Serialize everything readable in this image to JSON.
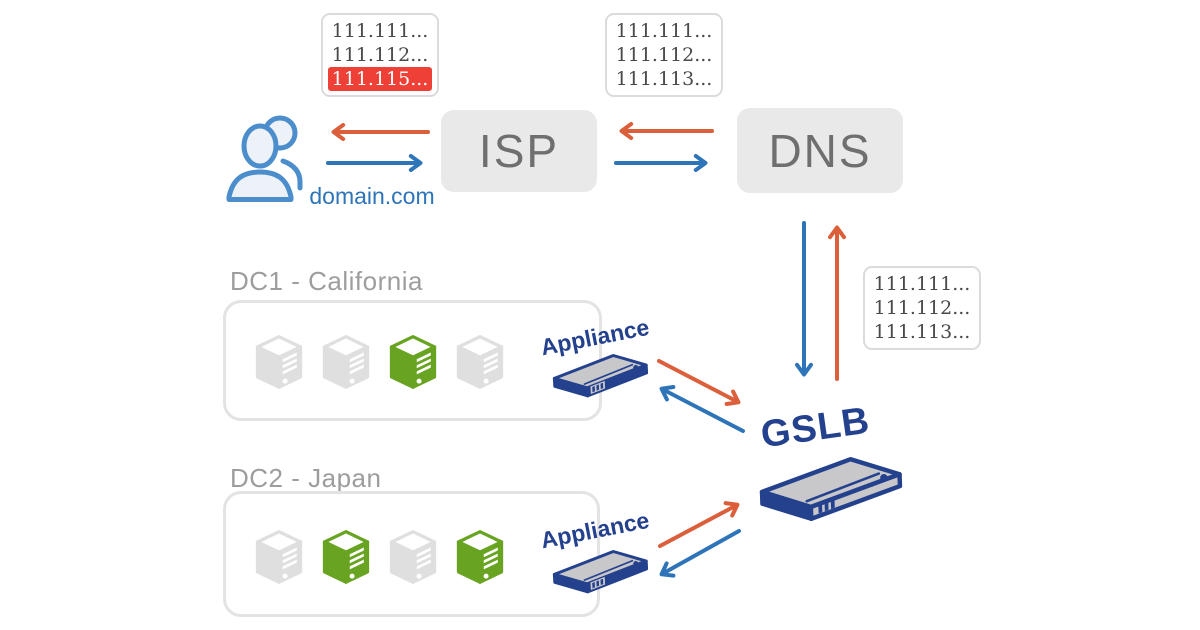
{
  "colors": {
    "request_blue": "#2E74B9",
    "response_orange": "#DC5F3B",
    "brand_navy": "#24418E",
    "server_green": "#68A321",
    "server_gray": "#DFDFDF",
    "node_box_gray": "#E9E9E9",
    "node_text_gray": "#6F6F6F",
    "dc_label_gray": "#9D9D9D",
    "dc_border_gray": "#E3E3E3",
    "ip_text_gray": "#4A4A4A",
    "failed_ip_red": "#EE4036",
    "users_blue": "#4C8DCC",
    "appliance_top_gray": "#C8C8CA"
  },
  "users": {
    "domain_label": "domain.com"
  },
  "isp": {
    "label": "ISP"
  },
  "dns": {
    "label": "DNS"
  },
  "gslb": {
    "label": "GSLB"
  },
  "ip_boxes": {
    "isp_cache": {
      "lines": [
        "111.111...",
        "111.112...",
        "111.115..."
      ],
      "highlighted_index": 2
    },
    "dns_list": {
      "lines": [
        "111.111...",
        "111.112...",
        "111.113..."
      ],
      "highlighted_index": -1
    },
    "gslb_list": {
      "lines": [
        "111.111...",
        "111.112...",
        "111.113..."
      ],
      "highlighted_index": -1
    }
  },
  "datacenters": [
    {
      "label": "DC1 - California",
      "appliance_label": "Appliance",
      "servers": [
        "gray",
        "gray",
        "green",
        "gray"
      ]
    },
    {
      "label": "DC2 - Japan",
      "appliance_label": "Appliance",
      "servers": [
        "gray",
        "green",
        "gray",
        "green"
      ]
    }
  ]
}
